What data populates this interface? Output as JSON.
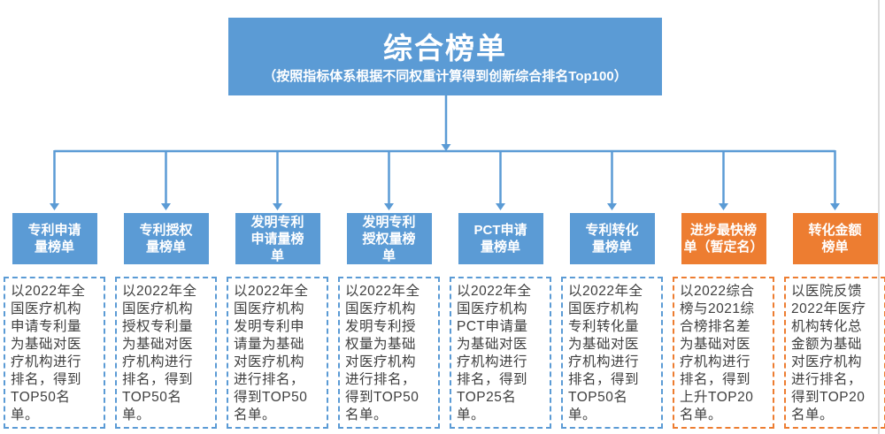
{
  "root": {
    "title": "综合榜单",
    "subtitle": "（按照指标体系根据不同权重计算得到创新综合排名Top100）"
  },
  "colors": {
    "accent_blue": "#5B9BD5",
    "accent_orange": "#ED7D31",
    "connector": "#5B9BD5",
    "body_text": "#3F3F3F"
  },
  "columns": [
    {
      "color": "blue",
      "header": "专利申请\n量榜单",
      "description": "以2022年全\n国医疗机构\n申请专利量\n为基础对医\n疗机构进行\n排名，得到\nTOP50名单。"
    },
    {
      "color": "blue",
      "header": "专利授权\n量榜单",
      "description": "以2022年全\n国医疗机构\n授权专利量\n为基础对医\n疗机构进行\n排名，得到\nTOP50名单。"
    },
    {
      "color": "blue",
      "header": "发明专利\n申请量榜\n单",
      "description": "以2022年全\n国医疗机构\n发明专利申\n请量为基础\n对医疗机构\n进行排名，\n得到TOP50\n名单。"
    },
    {
      "color": "blue",
      "header": "发明专利\n授权量榜\n单",
      "description": "以2022年全\n国医疗机构\n发明专利授\n权量为基础\n对医疗机构\n进行排名，\n得到TOP50\n名单。"
    },
    {
      "color": "blue",
      "header": "PCT申请\n量榜单",
      "description": "以2022年全\n国医疗机构\nPCT申请量\n为基础对医\n疗机构进行\n排名，得到\nTOP25名单。"
    },
    {
      "color": "blue",
      "header": "专利转化\n量榜单",
      "description": "以2022年全\n国医疗机构\n专利转化量\n为基础对医\n疗机构进行\n排名，得到\nTOP50名单。"
    },
    {
      "color": "orange",
      "header": "进步最快榜\n单（暂定名）",
      "description": "以2022综合\n榜与2021综\n合榜排名差\n为基础对医\n疗机构进行\n排名，得到\n上升TOP20\n名单。"
    },
    {
      "color": "orange",
      "header": "转化金额\n榜单",
      "description": "以医院反馈\n2022年医疗\n机构转化总\n金额为基础\n对医疗机构\n进行排名，\n得到TOP20\n名单。"
    }
  ]
}
